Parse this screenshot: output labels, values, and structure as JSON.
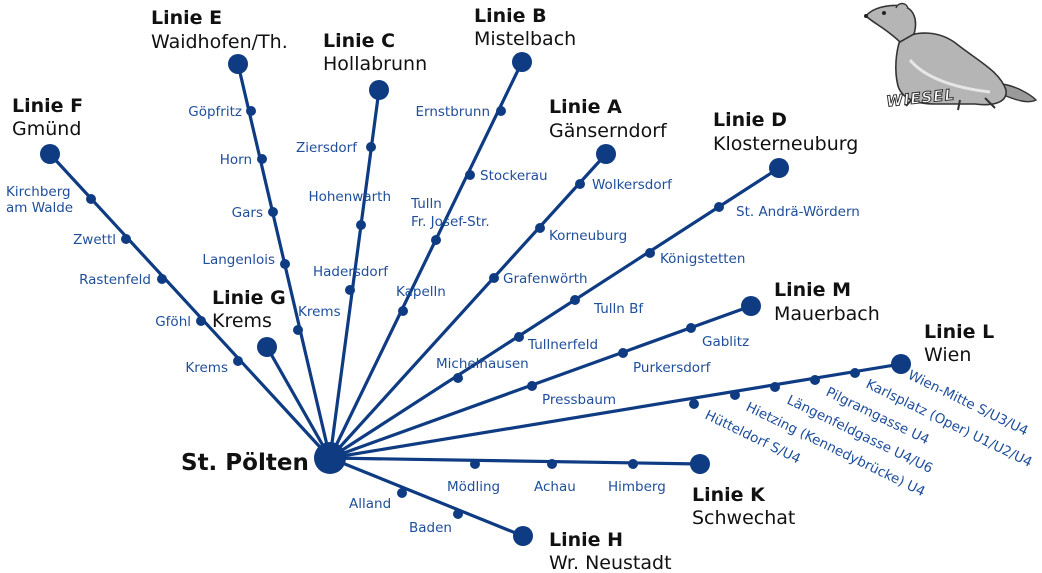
{
  "hub": {
    "name": "St. Pölten"
  },
  "logo": {
    "text": "WIESEL",
    "icon": "weasel-icon"
  },
  "colors": {
    "route": "#0e3b82",
    "stop_label": "#1f4e9a",
    "text": "#111111"
  },
  "lines": {
    "E": {
      "line": "Linie E",
      "dest": "Waidhofen/Th.",
      "stops": [
        "Göpfritz",
        "Horn",
        "Gars",
        "Langenlois",
        "Krems"
      ]
    },
    "C": {
      "line": "Linie C",
      "dest": "Hollabrunn",
      "stops": [
        "Ziersdorf",
        "Hohenwarth",
        "Hadersdorf"
      ]
    },
    "B": {
      "line": "Linie B",
      "dest": "Mistelbach",
      "stops": [
        "Ernstbrunn",
        "Stockerau",
        "Tulln",
        "Fr. Josef-Str.",
        "Kapelln"
      ]
    },
    "F": {
      "line": "Linie F",
      "dest": "Gmünd",
      "stops": [
        "Kirchberg",
        "am Walde",
        "Zwettl",
        "Rastenfeld",
        "Gföhl",
        "Krems"
      ]
    },
    "A": {
      "line": "Linie A",
      "dest": "Gänserndorf",
      "stops": [
        "Wolkersdorf",
        "Korneuburg",
        "Grafenwörth"
      ]
    },
    "D": {
      "line": "Linie D",
      "dest": "Klosterneuburg",
      "stops": [
        "St. Andrä-Wördern",
        "Königstetten",
        "Tulln  Bf",
        "Tullnerfeld",
        "Michelhausen"
      ]
    },
    "G": {
      "line": "Linie G",
      "dest": "Krems"
    },
    "M": {
      "line": "Linie M",
      "dest": "Mauerbach",
      "stops": [
        "Gablitz",
        "Purkersdorf",
        "Pressbaum"
      ]
    },
    "L": {
      "line": "Linie L",
      "dest": "Wien",
      "stops": [
        "Wien-Mitte S/U3/U4",
        "Karlsplatz (Oper) U1/U2/U4",
        "Pilgramgasse U4",
        "Längenfeldgasse U4/U6",
        "Hietzing (Kennedybrücke) U4",
        "Hütteldorf S/U4"
      ]
    },
    "K": {
      "line": "Linie K",
      "dest": "Schwechat",
      "stops": [
        "Mödling",
        "Achau",
        "Himberg"
      ]
    },
    "H": {
      "line": "Linie H",
      "dest": "Wr. Neustadt",
      "stops": [
        "Alland",
        "Baden"
      ]
    }
  }
}
